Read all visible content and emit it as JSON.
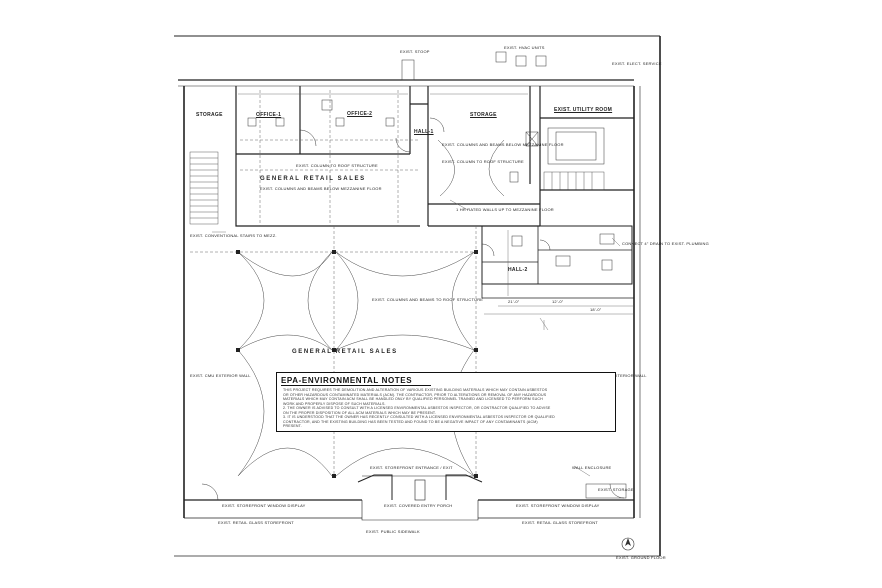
{
  "rooms": {
    "storage_left": "STORAGE",
    "office_1": "OFFICE-1",
    "office_2": "OFFICE-2",
    "hall_1": "HALL-1",
    "storage_mid": "STORAGE",
    "utility": "EXIST. UTILITY ROOM",
    "retail_upper": "GENERAL RETAIL SALES",
    "retail_lower": "GENERAL RETAIL SALES",
    "hall_2": "HALL-2"
  },
  "annotations": {
    "exist_stoop": "EXIST. STOOP",
    "exist_hvac": "EXIST. HVAC UNITS",
    "exist_elect": "EXIST. ELECT. SERVICE",
    "ref_col_1": "EXIST. COLUMNS AND BEAMS BELOW MEZZANINE FLOOR",
    "ref_col_2": "EXIST. COLUMN TO ROOF STRUCTURE",
    "ref_col_3": "EXIST. COLUMNS AND BEAMS BELOW MEZZANINE FLOOR",
    "ref_col_4": "EXIST. COLUMN TO ROOF STRUCTURE",
    "ref_col_5": "EXIST. COLUMNS AND BEAMS TO ROOF STRUCTURE",
    "rated_walls": "1 HR RATED WALLS UP TO MEZZANINE FLOOR",
    "stairs_to_mezz": "EXIST. CONVENTIONAL STAIRS TO MEZZ.",
    "exist_cmu_left": "EXIST. CMU EXTERIOR WALL",
    "exist_cmu_right": "EXIST. CMU EXTERIOR WALL",
    "storefront_entrance": "EXIST. STOREFRONT ENTRANCE / EXIT",
    "wall_enclosure": "WALL ENCLOSURE",
    "exist_storage": "EXIST. STORAGE",
    "storefront_window_left": "EXIST. STOREFRONT WINDOW DISPLAY",
    "storefront_window_right": "EXIST. STOREFRONT WINDOW DISPLAY",
    "covered_porch": "EXIST. COVERED ENTRY PORCH",
    "glass_left": "EXIST. RETAIL GLASS STOREFRONT",
    "glass_right": "EXIST. RETAIL GLASS STOREFRONT",
    "sidewalk": "EXIST. PUBLIC SIDEWALK",
    "connect_drain": "CONNECT 4\" DRAIN TO EXIST. PLUMBING",
    "dim_1": "21'-0\"",
    "dim_2": "12'-0\"",
    "dim_3": "18'-0\""
  },
  "notes": {
    "title": "EPA-ENVIRONMENTAL NOTES",
    "lines": [
      "THIS PROJECT REQUIRES THE DEMOLITION AND ALTERATION OF VARIOUS EXISTING BUILDING MATERIALS WHICH MAY CONTAIN ASBESTOS",
      "OR OTHER HAZARDOUS CONTAMINATED MATERIALS (ACM). THE CONTRACTOR, PRIOR TO ALTERATIONS OR REMOVAL OF ANY HAZARDOUS",
      "MATERIALS WHICH MAY CONTAIN ACM SHALL BE HANDLED ONLY BY QUALIFIED PERSONNEL TRAINED AND LICENSED TO PERFORM SUCH",
      "WORK AND PROPERLY DISPOSE OF SUCH MATERIALS.",
      "2. THE OWNER IS ADVISED TO CONSULT WITH A LICENSED ENVIRONMENTAL ASBESTOS INSPECTOR, OR CONTRACTOR QUALIFIED TO ADVISE",
      "ON THE PROPER DISPOSITION OF ALL ACM MATERIALS WHICH MAY BE PRESENT.",
      "3. IT IS UNDERSTOOD THAT THE OWNER HAS RECENTLY CONSULTED WITH A LICENSED ENVIRONMENTAL ASBESTOS INSPECTOR OR QUALIFIED",
      "CONTRACTOR, AND THE EXISTING BUILDING HAS BEEN TESTED AND FOUND TO BE A NEGATIVE IMPACT OF ANY CONTAMINANTS (ACM)",
      "PRESENT."
    ]
  },
  "sheet_id": "EXIST. GROUND FLOOR"
}
